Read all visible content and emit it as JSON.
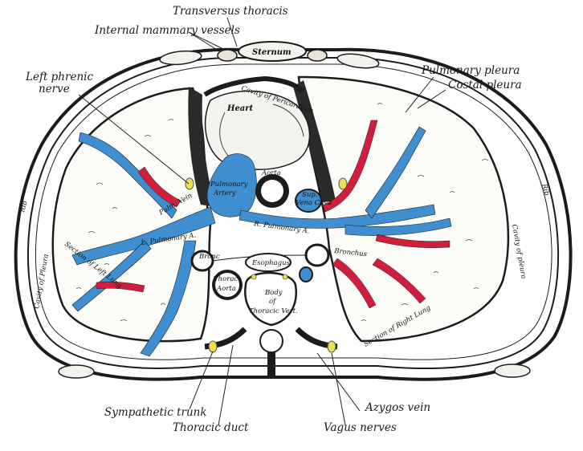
{
  "labels": {
    "transversus_thoracis": "Transversus thoracis",
    "internal_mammary_vessels": "Internal mammary vessels",
    "sternum": "Sternum",
    "left_phrenic_nerve_line1": "Left phrenic",
    "left_phrenic_nerve_line2": "nerve",
    "pulmonary_pleura": "Pulmonary pleura",
    "costal_pleura": "Costal pleura",
    "heart": "Heart",
    "cavity_of_pericardium": "Cavity of Pericardium",
    "aorta": "Aorta",
    "pulmonary_artery_line1": "Pulmonary",
    "pulmonary_artery_line2": "Artery",
    "sup_vena_cava_line1": "Sup.",
    "sup_vena_cava_line2": "Vena Cava",
    "pulm_vein": "Pulm. Vein",
    "l_pulmonary_a": "L. Pulmonary A.",
    "r_pulmonary_a": "R. Pulmonary A.",
    "bronchus_left": "Bronc",
    "bronchus_right": "Bronchus",
    "esophagus": "Esophagus",
    "thoracic_aorta_line1": "Thorac",
    "thoracic_aorta_line2": "Aorta",
    "body_of_thoracic_vert_line1": "Body",
    "body_of_thoracic_vert_line2": "of",
    "body_of_thoracic_vert_line3": "Thoracic Vert.",
    "rib_left": "Rib",
    "rib_right": "Rib",
    "cavity_of_pleura_left": "Cavity of Pleura",
    "cavity_of_pleura_right": "Cavity of pleura",
    "section_of_left_lung": "Section of Left Lung",
    "section_of_right_lung": "Section of Right Lung",
    "sympathetic_trunk": "Sympathetic trunk",
    "thoracic_duct": "Thoracic duct",
    "azygos_vein": "Azygos vein",
    "vagus_nerves": "Vagus nerves"
  },
  "colors": {
    "artery_blue": "#3f8fd0",
    "vein_red": "#d01f3c",
    "nerve_yellow": "#f0e050",
    "outline": "#1c1c1c"
  }
}
